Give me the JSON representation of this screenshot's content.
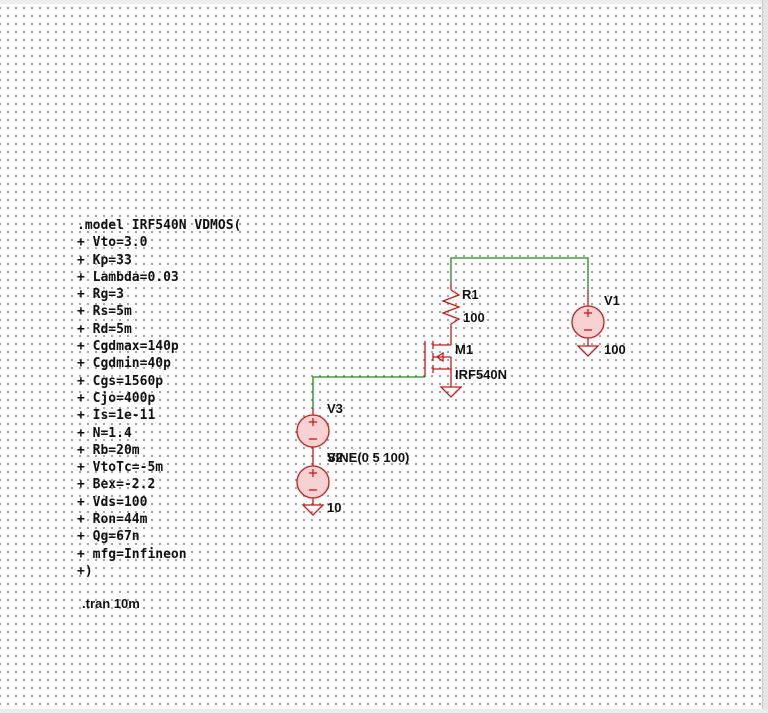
{
  "spice_model": {
    "lines": [
      ".model IRF540N VDMOS(",
      "+ Vto=3.0",
      "+ Kp=33",
      "+ Lambda=0.03",
      "+ Rg=3",
      "+ Rs=5m",
      "+ Rd=5m",
      "+ Cgdmax=140p",
      "+ Cgdmin=40p",
      "+ Cgs=1560p",
      "+ Cjo=400p",
      "+ Is=1e-11",
      "+ N=1.4",
      "+ Rb=20m",
      "+ VtoTc=-5m",
      "+ Bex=-2.2",
      "+ Vds=100",
      "+ Ron=44m",
      "+ Qg=67n",
      "+ mfg=Infineon",
      "+)"
    ]
  },
  "directive": {
    "tran": ".tran 10m"
  },
  "components": {
    "r1": {
      "name": "R1",
      "value": "100"
    },
    "m1": {
      "name": "M1",
      "model": "IRF540N"
    },
    "v1": {
      "name": "V1",
      "value": "100"
    },
    "v3": {
      "name": "V3",
      "value": "SINE(0 5 100)"
    },
    "v2": {
      "name": "V2",
      "value": "10"
    }
  },
  "colors": {
    "wire": "#1e8a1e",
    "component": "#c81818",
    "source_fill": "#f7d2d2",
    "text": "#111111"
  }
}
